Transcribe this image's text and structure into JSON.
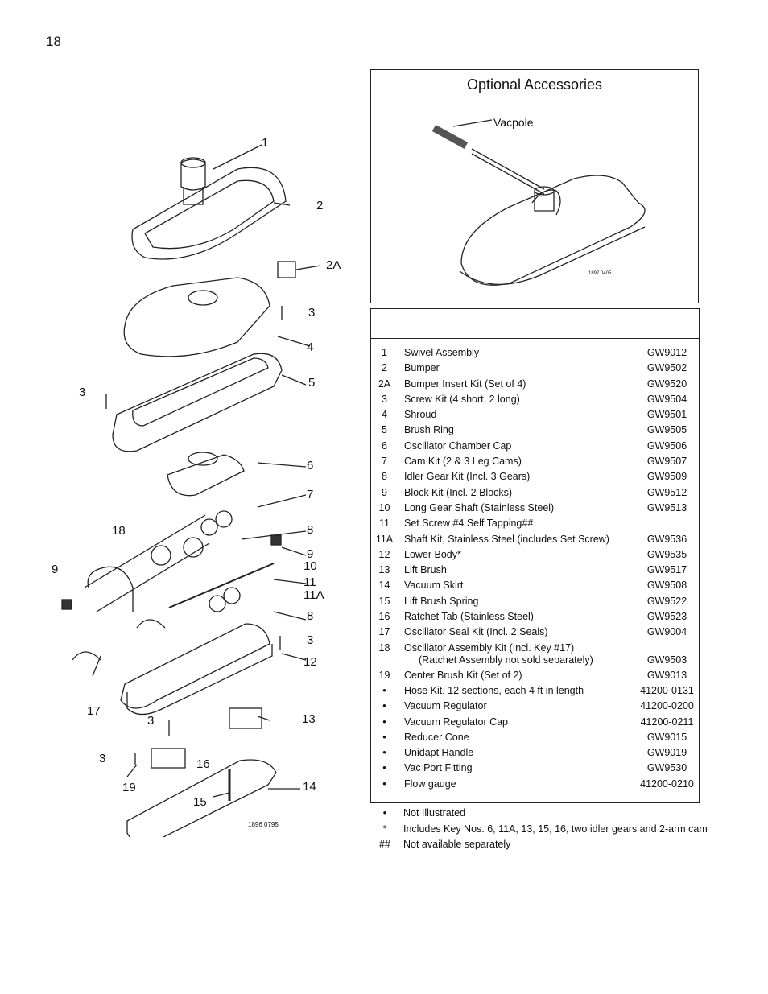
{
  "page": {
    "number": "18"
  },
  "diagram": {
    "code": "1896 0795",
    "callouts": [
      "1",
      "2",
      "2A",
      "3",
      "4",
      "3",
      "5",
      "6",
      "7",
      "18",
      "8",
      "9",
      "9",
      "10",
      "11",
      "11A",
      "8",
      "3",
      "12",
      "17",
      "3",
      "13",
      "3",
      "16",
      "19",
      "14",
      "15"
    ]
  },
  "accessories": {
    "title": "Optional Accessories",
    "vacpole_label": "Vacpole",
    "image_code": "1897 0405"
  },
  "parts": [
    {
      "num": "1",
      "desc": "Swivel Assembly",
      "code": "GW9012"
    },
    {
      "num": "2",
      "desc": "Bumper",
      "code": "GW9502"
    },
    {
      "num": "2A",
      "desc": "Bumper Insert Kit (Set of 4)",
      "code": "GW9520"
    },
    {
      "num": "3",
      "desc": "Screw Kit (4 short, 2 long)",
      "code": "GW9504"
    },
    {
      "num": "4",
      "desc": "Shroud",
      "code": "GW9501"
    },
    {
      "num": "5",
      "desc": "Brush Ring",
      "code": "GW9505"
    },
    {
      "num": "6",
      "desc": "Oscillator Chamber Cap",
      "code": "GW9506"
    },
    {
      "num": "7",
      "desc": "Cam Kit (2 & 3 Leg Cams)",
      "code": "GW9507"
    },
    {
      "num": "8",
      "desc": "Idler Gear Kit (Incl. 3 Gears)",
      "code": "GW9509"
    },
    {
      "num": "9",
      "desc": "Block Kit (Incl. 2 Blocks)",
      "code": "GW9512"
    },
    {
      "num": "10",
      "desc": "Long Gear Shaft (Stainless Steel)",
      "code": "GW9513"
    },
    {
      "num": "11",
      "desc": "Set Screw #4 Self Tapping##",
      "code": ""
    },
    {
      "num": "11A",
      "desc": "Shaft Kit, Stainless Steel (includes Set Screw)",
      "code": "GW9536"
    },
    {
      "num": "12",
      "desc": "Lower Body*",
      "code": "GW9535"
    },
    {
      "num": "13",
      "desc": "Lift Brush",
      "code": "GW9517"
    },
    {
      "num": "14",
      "desc": "Vacuum Skirt",
      "code": "GW9508"
    },
    {
      "num": "15",
      "desc": "Lift Brush Spring",
      "code": "GW9522"
    },
    {
      "num": "16",
      "desc": "Ratchet Tab (Stainless Steel)",
      "code": "GW9523"
    },
    {
      "num": "17",
      "desc": "Oscillator Seal Kit (Incl. 2 Seals)",
      "code": "GW9004"
    },
    {
      "num": "18",
      "desc": "Oscillator Assembly Kit (Incl. Key #17)",
      "desc2": "(Ratchet Assembly not sold separately)",
      "code": "GW9503"
    },
    {
      "num": "19",
      "desc": "Center Brush Kit (Set of 2)",
      "code": "GW9013"
    },
    {
      "num": "•",
      "desc": "Hose Kit, 12 sections,  each 4 ft in length",
      "code": "41200-0131"
    },
    {
      "num": "•",
      "desc": "Vacuum Regulator",
      "code": "41200-0200"
    },
    {
      "num": "•",
      "desc": "Vacuum Regulator Cap",
      "code": "41200-0211"
    },
    {
      "num": "•",
      "desc": "Reducer Cone",
      "code": "GW9015"
    },
    {
      "num": "•",
      "desc": "Unidapt Handle",
      "code": "GW9019"
    },
    {
      "num": "•",
      "desc": "Vac Port Fitting",
      "code": "GW9530"
    },
    {
      "num": "•",
      "desc": "Flow gauge",
      "code": "41200-0210"
    }
  ],
  "notes": [
    {
      "sym": "•",
      "text": "Not Illustrated"
    },
    {
      "sym": "*",
      "text": "Includes Key Nos. 6, 11A, 13, 15, 16, two idler gears and 2-arm cam"
    },
    {
      "sym": "##",
      "text": "Not available separately"
    }
  ]
}
